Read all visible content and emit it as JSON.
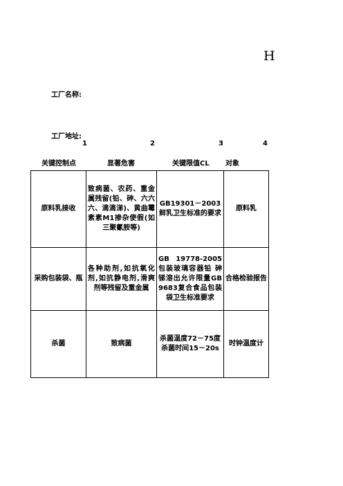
{
  "heading_letter": "H",
  "factory": {
    "name_label": "工厂名称:",
    "address_label": "工厂地址:"
  },
  "column_numbers": [
    "1",
    "2",
    "3",
    "4"
  ],
  "headers": [
    "关键控制点",
    "显著危害",
    "关键限值CL",
    "对象"
  ],
  "rows": [
    {
      "ccp": "原料乳接收",
      "hazard": "致病菌、农药、重金属残留(铅、砷、六六六、滴滴涕)、黄曲霉素素M1掺杂使假(如三聚氰胺等)",
      "limit": "GB19301－2003鲜乳卫生标准的要求",
      "object": "原料乳"
    },
    {
      "ccp": "采购包装袋、瓶",
      "hazard": "各种助剂,如抗氧化剂,如抗静电剂,滑爽剂等残留及重金属",
      "limit": "GB 19778-2005包装玻璃容器铅 砷 锑溶出允许限量GB9683复合食品包装袋卫生标准要求",
      "object": "合格检验报告"
    },
    {
      "ccp": "杀菌",
      "hazard": "致病菌",
      "limit": "杀菌温度72－75度杀菌时间15－20s",
      "object": "时钟温度计"
    }
  ]
}
